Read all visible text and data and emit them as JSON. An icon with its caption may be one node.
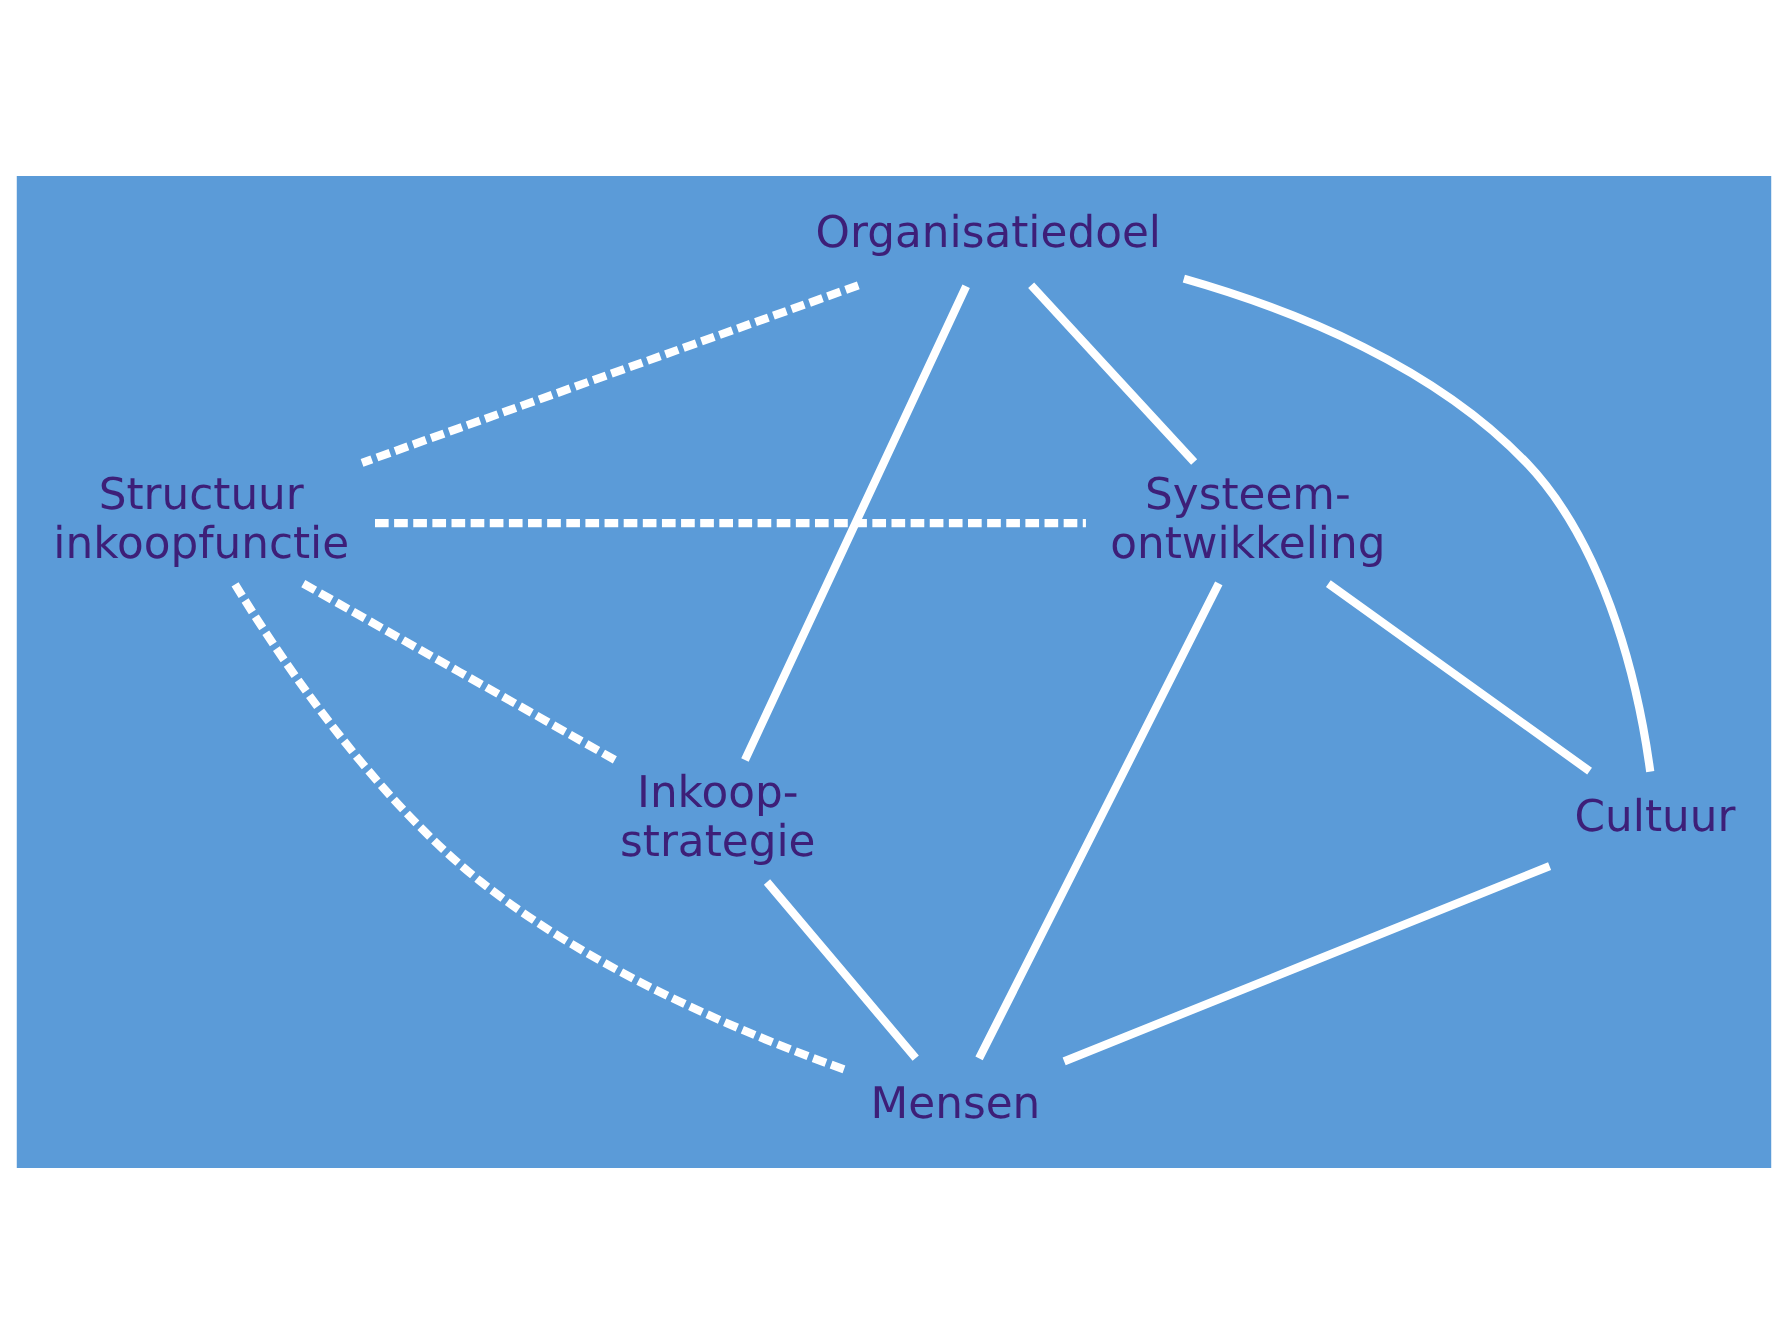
{
  "diagram": {
    "nodes": [
      {
        "text": [
          "Organisatiedoel"
        ]
      },
      {
        "text": [
          "Structuur inkoopfunctie"
        ]
      },
      {
        "text": [
          "Systeem- ontwikkeling"
        ]
      },
      {
        "text": [
          "Inkoop- strategie"
        ]
      },
      {
        "text": [
          "Cultuur"
        ]
      },
      {
        "text": [
          "Mensen"
        ]
      }
    ],
    "edges": [
      {
        "from": 0,
        "to": 3,
        "arrow": "none"
      },
      {
        "from": 0,
        "to": 1,
        "arrow": "none",
        "style": "dashed"
      },
      {
        "from": 0,
        "to": 4,
        "arrow": "none"
      },
      {
        "from": 0,
        "to": 2,
        "arrow": "none"
      },
      {
        "from": 1,
        "to": 2,
        "arrow": "none",
        "style": "dashed"
      },
      {
        "from": 1,
        "to": 3,
        "arrow": "none",
        "style": "dashed"
      },
      {
        "from": 1,
        "to": 5,
        "arrow": "none",
        "style": "dashed"
      },
      {
        "from": 3,
        "to": 5,
        "arrow": "none"
      },
      {
        "from": 4,
        "to": 2,
        "arrow": "none"
      },
      {
        "from": 4,
        "to": 5,
        "arrow": "none"
      },
      {
        "from": 2,
        "to": 5,
        "arrow": "none"
      }
    ]
  }
}
